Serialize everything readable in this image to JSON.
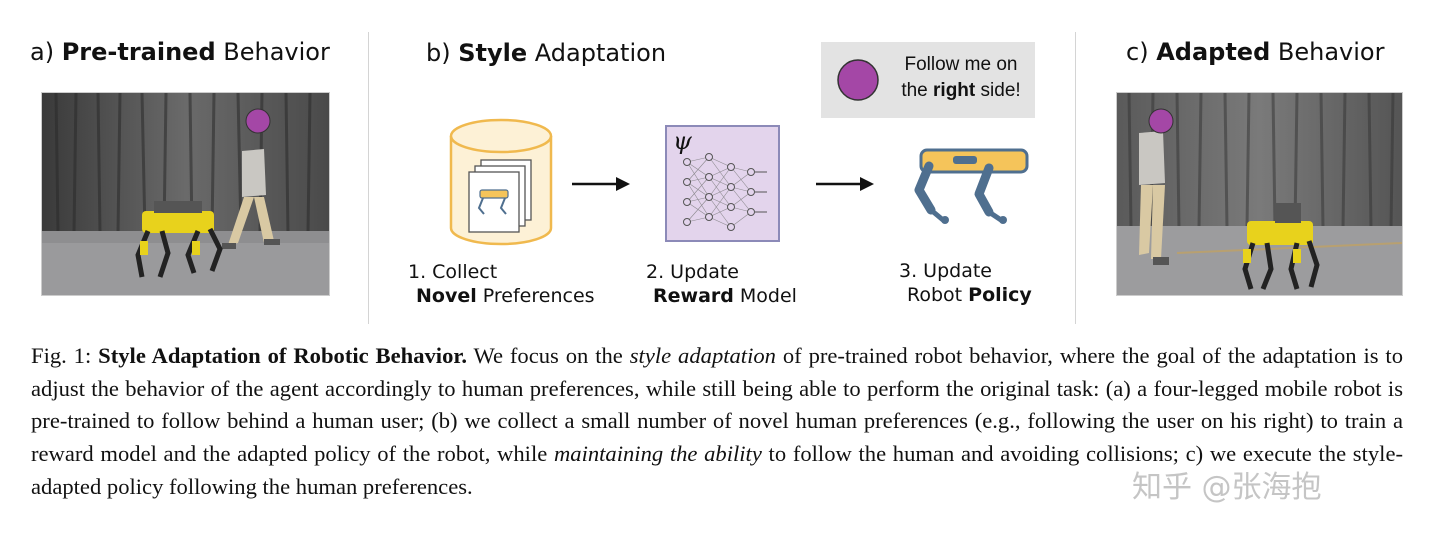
{
  "panels": {
    "a": {
      "prefix": "a) ",
      "bold": "Pre-trained",
      "rest": " Behavior"
    },
    "b": {
      "prefix": "b) ",
      "bold": "Style",
      "rest": " Adaptation"
    },
    "c": {
      "prefix": "c) ",
      "bold": "Adapted",
      "rest": " Behavior"
    }
  },
  "speech_bubble": {
    "line1": "Follow me on",
    "line2_pre": "the ",
    "line2_bold": "right",
    "line2_post": " side!"
  },
  "reward_model_symbol": "ψ",
  "steps": [
    {
      "line1": "1. Collect",
      "line2_bold": "Novel",
      "line2_rest": " Preferences"
    },
    {
      "line1": "2. Update",
      "line2_bold": "Reward",
      "line2_rest": " Model"
    },
    {
      "line1": "3. Update",
      "line2_pre": "Robot ",
      "line2_bold": "Policy"
    }
  ],
  "caption": {
    "fig": "Fig. 1: ",
    "title": "Style Adaptation of Robotic Behavior.",
    "t1": " We focus on the ",
    "i1": "style adaptation",
    "t2": " of pre-trained robot behavior, where the goal of the adaptation is to adjust the behavior of the agent accordingly to human preferences, while still being able to perform the original task: (a) a four-legged mobile robot is pre-trained to follow behind a human user; (b) we collect a small number of novel human preferences (e.g., following the user on his right) to train a reward model and the adapted policy of the robot, while ",
    "i2": "maintaining the ability",
    "t3": " to follow the human and avoiding collisions; c) we execute the style-adapted policy following the human preferences."
  },
  "watermark": "知乎 @张海抱",
  "colors": {
    "head_marker": "#a447a6",
    "robot_yellow": "#e8d21c",
    "db_outline": "#f0b94e",
    "db_fill": "#fdf1d6",
    "nn_fill": "#e3d4ec",
    "nn_border": "#8c8ab8",
    "robot_icon_yellow": "#f5c45a",
    "robot_icon_blue": "#4f6f8f"
  }
}
